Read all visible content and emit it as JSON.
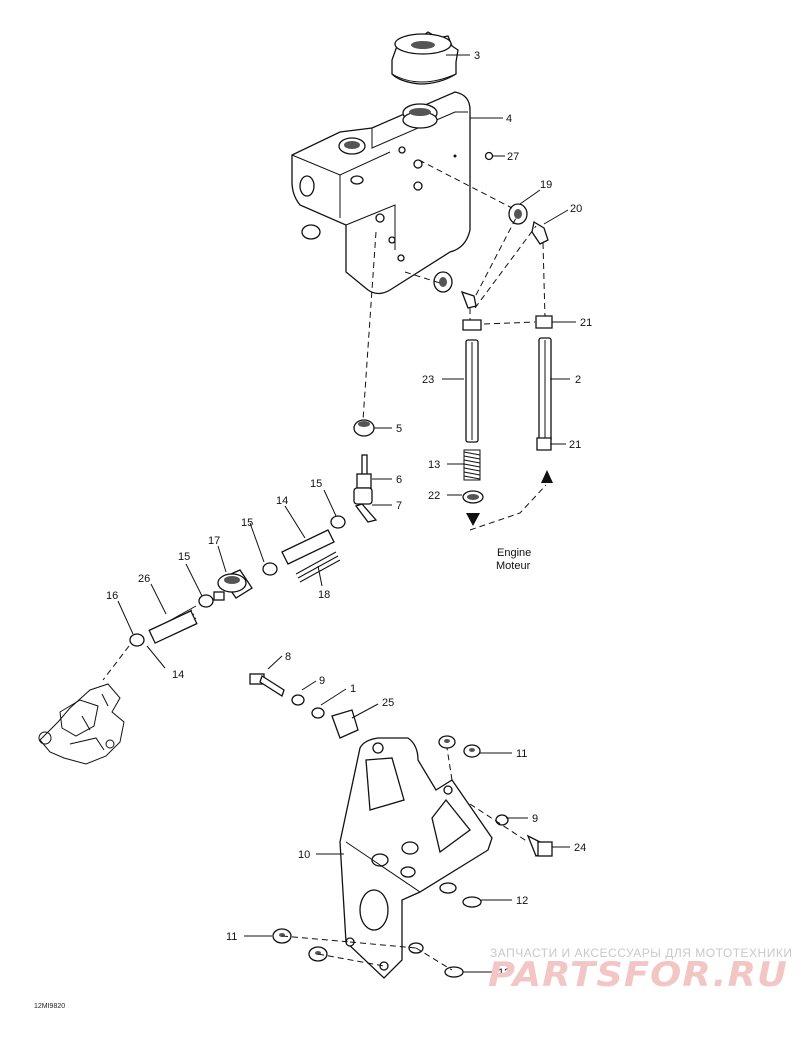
{
  "callouts": {
    "c1": "1",
    "c2": "2",
    "c3": "3",
    "c4": "4",
    "c5": "5",
    "c6": "6",
    "c7": "7",
    "c8": "8",
    "c9a": "9",
    "c9b": "9",
    "c10": "10",
    "c11a": "11",
    "c11b": "11",
    "c12a": "12",
    "c12b": "12",
    "c13": "13",
    "c14a": "14",
    "c14b": "14",
    "c15a": "15",
    "c15b": "15",
    "c15c": "15",
    "c16": "16",
    "c17": "17",
    "c18": "18",
    "c19": "19",
    "c20": "20",
    "c21a": "21",
    "c21b": "21",
    "c22": "22",
    "c23": "23",
    "c24": "24",
    "c25": "25",
    "c26": "26",
    "c27": "27"
  },
  "engine_caption": {
    "en": "Engine",
    "fr": "Moteur"
  },
  "figure_code": "12MI9820",
  "watermark": {
    "tagline": "ЗАПЧАСТИ И АКСЕССУАРЫ ДЛЯ МОТОТЕХНИКИ",
    "logo": "PARTSFOR.RU"
  }
}
